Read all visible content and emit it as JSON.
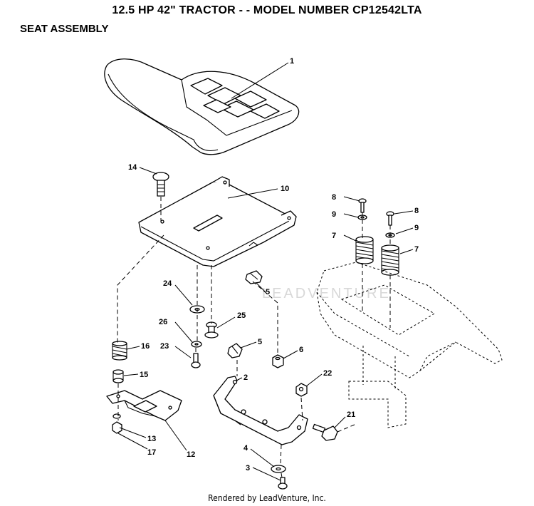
{
  "header": {
    "title": "12.5 HP 42\" TRACTOR - - MODEL NUMBER CP12542LTA",
    "section": "SEAT ASSEMBLY"
  },
  "watermark": "LEADVENTURE",
  "footer": "Rendered by LeadVenture, Inc.",
  "callouts": {
    "c1": "1",
    "c14": "14",
    "c10": "10",
    "c8a": "8",
    "c8b": "8",
    "c9a": "9",
    "c9b": "9",
    "c7a": "7",
    "c7b": "7",
    "c24": "24",
    "c5a": "5",
    "c26": "26",
    "c25": "25",
    "c23": "23",
    "c16": "16",
    "c15": "15",
    "c5b": "5",
    "c6": "6",
    "c2": "2",
    "c22": "22",
    "c21": "21",
    "c13": "13",
    "c17": "17",
    "c12": "12",
    "c4": "4",
    "c3": "3"
  }
}
